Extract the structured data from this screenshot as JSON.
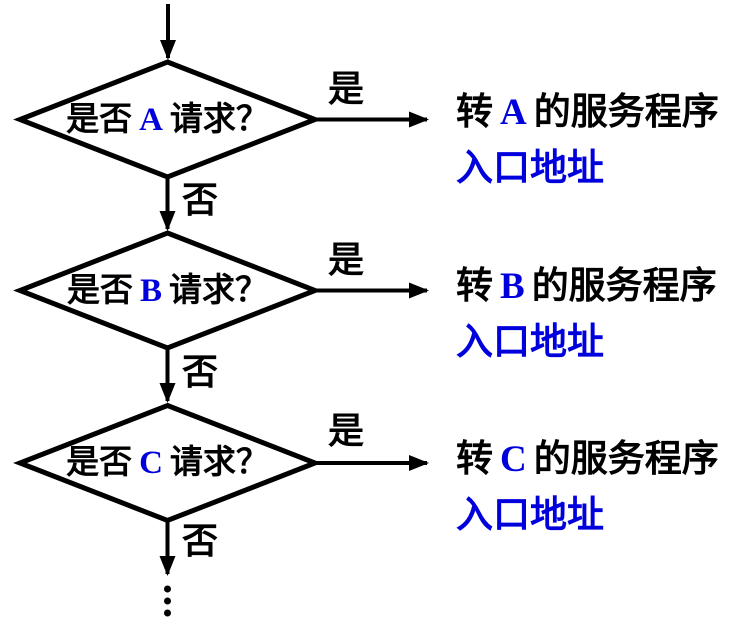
{
  "diagram": {
    "type": "flowchart",
    "colors": {
      "accent_blue": "#0000dd",
      "line_black": "#000000",
      "background": "#ffffff"
    },
    "rows": [
      {
        "letter": "A",
        "decision_prefix": "是否",
        "decision_suffix": "请求？",
        "yes_label": "是",
        "no_label": "否",
        "result_prefix": "转",
        "result_suffix": "的服务程序",
        "result_line2": "入口地址"
      },
      {
        "letter": "B",
        "decision_prefix": "是否",
        "decision_suffix": "请求？",
        "yes_label": "是",
        "no_label": "否",
        "result_prefix": "转",
        "result_suffix": "的服务程序",
        "result_line2": "入口地址"
      },
      {
        "letter": "C",
        "decision_prefix": "是否",
        "decision_suffix": "请求？",
        "yes_label": "是",
        "no_label": "否",
        "result_prefix": "转",
        "result_suffix": "的服务程序",
        "result_line2": "入口地址"
      }
    ],
    "ellipsis_dots": 3
  }
}
